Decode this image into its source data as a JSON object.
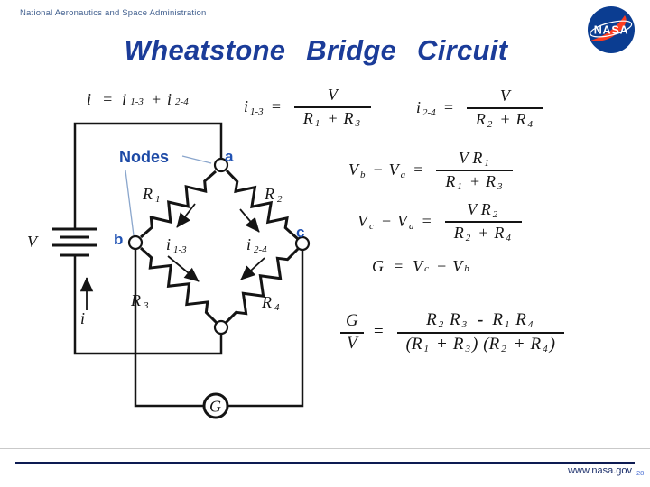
{
  "header": {
    "agency": "National Aeronautics and Space Administration",
    "logo_text": "NASA"
  },
  "title": "Wheatstone  Bridge  Circuit",
  "circuit": {
    "nodes_label": "Nodes",
    "node_labels": {
      "a": "a",
      "b": "b",
      "c": "c"
    },
    "battery_label": "V",
    "loop_current_label": "i",
    "galvanometer_label": "G",
    "resistors": [
      {
        "base": "R",
        "sub": "1"
      },
      {
        "base": "R",
        "sub": "2"
      },
      {
        "base": "R",
        "sub": "3"
      },
      {
        "base": "R",
        "sub": "4"
      }
    ],
    "branch_currents": [
      {
        "base": "i",
        "sub": "1-3"
      },
      {
        "base": "i",
        "sub": "2-4"
      }
    ]
  },
  "equations": {
    "sum": {
      "i": "i",
      "eq": "=",
      "ia": "i",
      "ia_sub": "1-3",
      "plus": "+",
      "ib": "i",
      "ib_sub": "2-4"
    },
    "i13": {
      "lhs": "i",
      "lhs_sub": "1-3",
      "eq": "=",
      "num": "V",
      "d0": "R",
      "d0s": "1",
      "dplus": "+",
      "d1": "R",
      "d1s": "3"
    },
    "i24": {
      "lhs": "i",
      "lhs_sub": "2-4",
      "eq": "=",
      "num": "V",
      "d0": "R",
      "d0s": "2",
      "dplus": "+",
      "d1": "R",
      "d1s": "4"
    },
    "vb_va": {
      "l0": "V",
      "l0s": "b",
      "minus": "−",
      "l1": "V",
      "l1s": "a",
      "eq": "=",
      "n0": "V",
      "n1": "R",
      "n1s": "1",
      "d0": "R",
      "d0s": "1",
      "dplus": "+",
      "d1": "R",
      "d1s": "3"
    },
    "vc_va": {
      "l0": "V",
      "l0s": "c",
      "minus": "−",
      "l1": "V",
      "l1s": "a",
      "eq": "=",
      "n0": "V",
      "n1": "R",
      "n1s": "2",
      "d0": "R",
      "d0s": "2",
      "dplus": "+",
      "d1": "R",
      "d1s": "4"
    },
    "g": {
      "lhs": "G",
      "eq": "=",
      "r0": "V",
      "r0s": "c",
      "minus": "−",
      "r1": "V",
      "r1s": "b"
    },
    "gv": {
      "num_lhs": "G",
      "den_lhs": "V",
      "eq": "=",
      "n0": "R",
      "n0s": "2",
      "n1": "R",
      "n1s": "3",
      "minus": "-",
      "n2": "R",
      "n2s": "1",
      "n3": "R",
      "n3s": "4",
      "open1": "(",
      "da0": "R",
      "da0s": "1",
      "dplus1": "+",
      "da1": "R",
      "da1s": "3",
      "close1": ")",
      "open2": "(",
      "db0": "R",
      "db0s": "2",
      "dplus2": "+",
      "db1": "R",
      "db1s": "4",
      "close2": ")"
    }
  },
  "footer": {
    "url": "www.nasa.gov",
    "page": "28"
  },
  "colors": {
    "title_blue": "#1b3c99",
    "label_blue": "#2153b4",
    "nasa_blue": "#0b3d91",
    "nasa_red": "#fc3d21",
    "footer_navy": "#0d1b52",
    "ink": "#141414"
  }
}
